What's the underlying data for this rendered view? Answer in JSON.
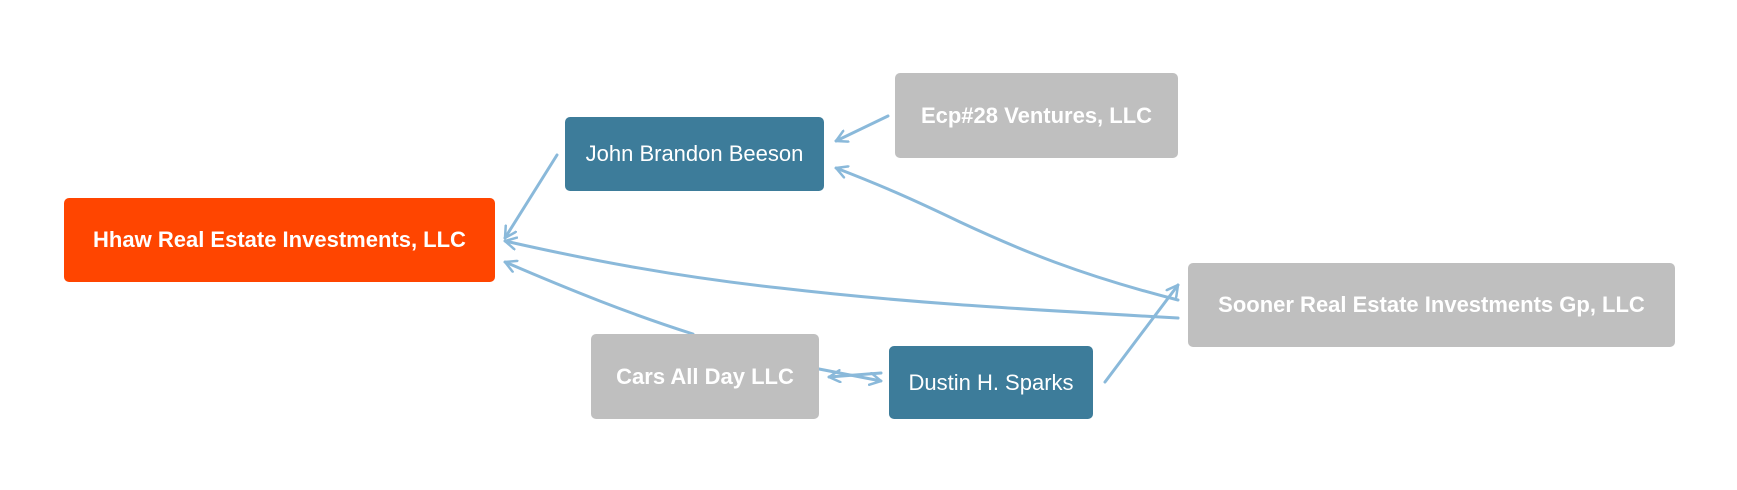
{
  "colors": {
    "focus": "#ff4500",
    "person": "#3d7c9a",
    "company": "#bfbfbf",
    "edge": "#8ab9da",
    "text": "#ffffff"
  },
  "nodes": {
    "hhaw": {
      "label": "Hhaw Real Estate Investments, LLC",
      "kind": "focus"
    },
    "john": {
      "label": "John Brandon Beeson",
      "kind": "person"
    },
    "ecp": {
      "label": "Ecp#28 Ventures, LLC",
      "kind": "company"
    },
    "sooner": {
      "label": "Sooner Real Estate Investments Gp, LLC",
      "kind": "company"
    },
    "cars": {
      "label": "Cars All Day LLC",
      "kind": "company"
    },
    "dustin": {
      "label": "Dustin H. Sparks",
      "kind": "person"
    }
  },
  "edges": [
    {
      "from": "john",
      "to": "hhaw"
    },
    {
      "from": "ecp",
      "to": "john"
    },
    {
      "from": "sooner",
      "to": "john"
    },
    {
      "from": "sooner",
      "to": "hhaw"
    },
    {
      "from": "cars",
      "to": "hhaw"
    },
    {
      "from": "cars",
      "to": "dustin"
    },
    {
      "from": "dustin",
      "to": "cars"
    },
    {
      "from": "dustin",
      "to": "sooner"
    }
  ]
}
